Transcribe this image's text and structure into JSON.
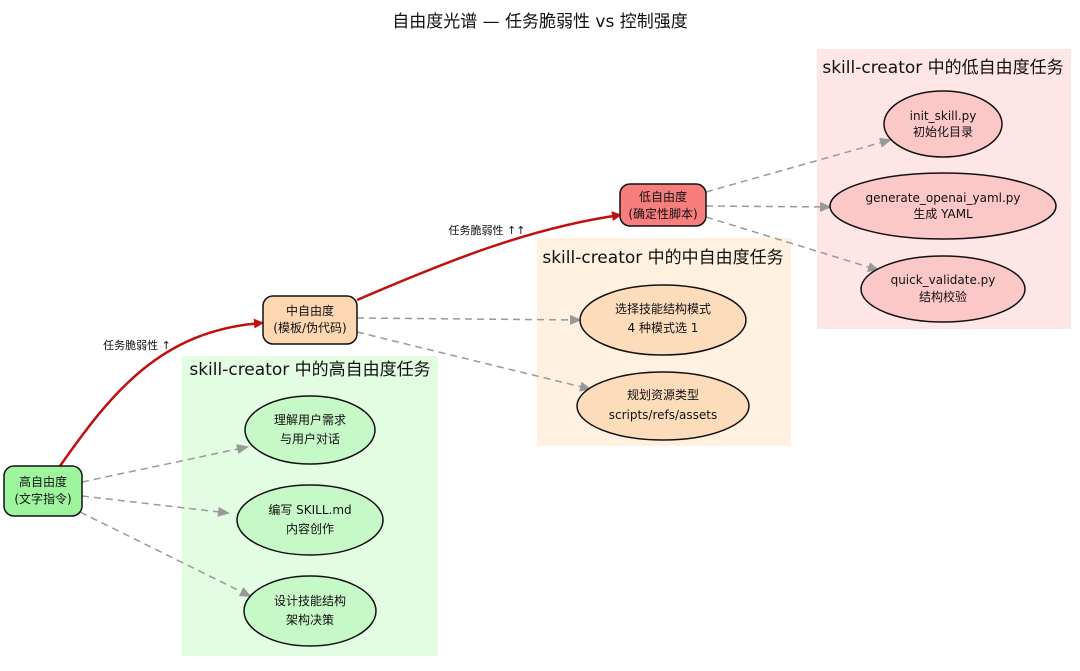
{
  "title": "自由度光谱 — 任务脆弱性 vs 控制强度",
  "colors": {
    "high_cluster_bg": "#e3fde3",
    "mid_cluster_bg": "#fff0e0",
    "low_cluster_bg": "#fee6e6",
    "high_node": "#9ef59e",
    "high_task": "#c7f8c7",
    "mid_node": "#fdd7b2",
    "mid_task": "#fddcbb",
    "low_node": "#f87d7d",
    "low_task": "#fcc7c7",
    "strong_edge": "#c01010",
    "dashed_edge": "#999999"
  },
  "clusters": {
    "high": "skill-creator 中的高自由度任务",
    "mid": "skill-creator 中的中自由度任务",
    "low": "skill-creator 中的低自由度任务"
  },
  "levels": {
    "high": {
      "line1": "高自由度",
      "line2": "(文字指令)"
    },
    "mid": {
      "line1": "中自由度",
      "line2": "(模板/伪代码)"
    },
    "low": {
      "line1": "低自由度",
      "line2": "(确定性脚本)"
    }
  },
  "edge_labels": {
    "high_to_mid": "任务脆弱性 ↑",
    "mid_to_low": "任务脆弱性 ↑↑"
  },
  "tasks": {
    "high": [
      {
        "line1": "理解用户需求",
        "line2": "与用户对话"
      },
      {
        "line1": "编写 SKILL.md",
        "line2": "内容创作"
      },
      {
        "line1": "设计技能结构",
        "line2": "架构决策"
      }
    ],
    "mid": [
      {
        "line1": "选择技能结构模式",
        "line2": "4 种模式选 1"
      },
      {
        "line1": "规划资源类型",
        "line2": "scripts/refs/assets"
      }
    ],
    "low": [
      {
        "line1": "init_skill.py",
        "line2": "初始化目录"
      },
      {
        "line1": "generate_openai_yaml.py",
        "line2": "生成 YAML"
      },
      {
        "line1": "quick_validate.py",
        "line2": "结构校验"
      }
    ]
  }
}
